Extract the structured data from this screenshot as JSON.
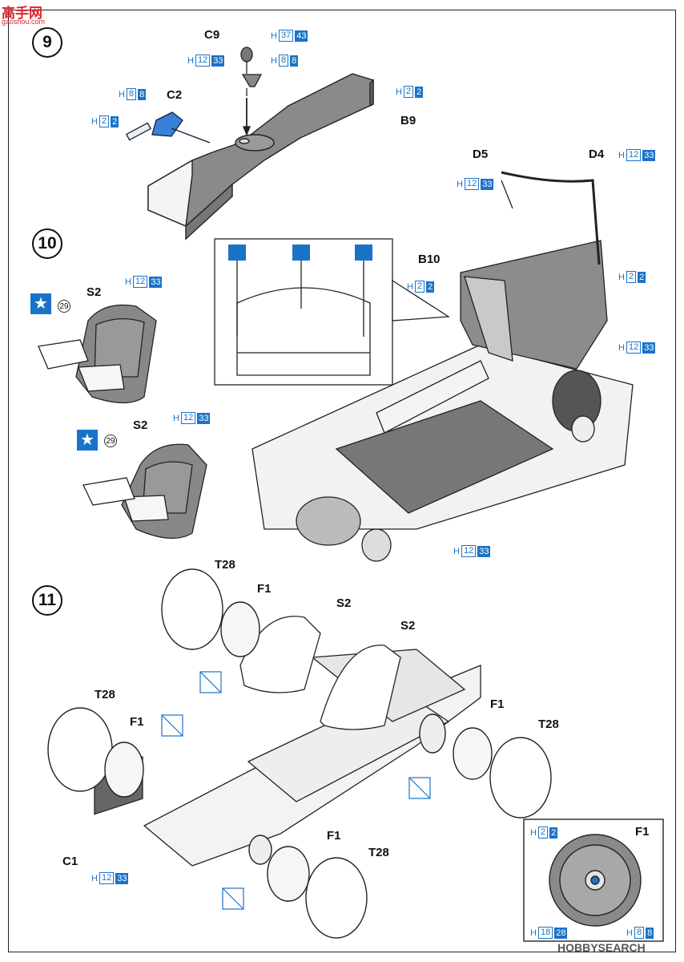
{
  "watermark": {
    "top_logo": "高手网",
    "top_url": "gaoshou.com",
    "bottom": "HOBBYSEARCH"
  },
  "steps": {
    "s9": "9",
    "s10": "10",
    "s11": "11"
  },
  "colors": {
    "accent": "#1a73c9",
    "part_gray": "#888888",
    "line": "#222222"
  },
  "codes": {
    "c1": {
      "letter": "H",
      "n1": "37",
      "n2": "43"
    },
    "c2": {
      "letter": "H",
      "n1": "12",
      "n2": "33"
    },
    "c3": {
      "letter": "H",
      "n1": "8",
      "n2": "8"
    },
    "c4": {
      "letter": "H",
      "n1": "2",
      "n2": "2"
    },
    "c5": {
      "letter": "H",
      "n1": "8",
      "n2": "8"
    },
    "c6": {
      "letter": "H",
      "n1": "2",
      "n2": "2"
    },
    "c7": {
      "letter": "H",
      "n1": "12",
      "n2": "33"
    },
    "c8": {
      "letter": "H",
      "n1": "12",
      "n2": "33"
    },
    "c9": {
      "letter": "H",
      "n1": "2",
      "n2": "2"
    },
    "c10": {
      "letter": "H",
      "n1": "2",
      "n2": "2"
    },
    "c11": {
      "letter": "H",
      "n1": "12",
      "n2": "33"
    },
    "c12": {
      "letter": "H",
      "n1": "12",
      "n2": "33"
    },
    "c13": {
      "letter": "H",
      "n1": "12",
      "n2": "33"
    },
    "c14": {
      "letter": "H",
      "n1": "12",
      "n2": "33"
    },
    "c15": {
      "letter": "H",
      "n1": "12",
      "n2": "33"
    },
    "c16": {
      "letter": "H",
      "n1": "2",
      "n2": "2"
    },
    "c17": {
      "letter": "H",
      "n1": "18",
      "n2": "28"
    },
    "c18": {
      "letter": "H",
      "n1": "8",
      "n2": "8"
    }
  },
  "labels": {
    "c9": "C9",
    "c2": "C2",
    "b9": "B9",
    "d5": "D5",
    "d4": "D4",
    "b10": "B10",
    "s2a": "S2",
    "s2b": "S2",
    "s2c": "S2",
    "s2d": "S2",
    "t28a": "T28",
    "t28b": "T28",
    "t28c": "T28",
    "t28d": "T28",
    "f1a": "F1",
    "f1b": "F1",
    "f1c": "F1",
    "f1d": "F1",
    "f1e": "F1",
    "c1": "C1"
  },
  "decals": {
    "d1": "29",
    "d2": "29"
  }
}
